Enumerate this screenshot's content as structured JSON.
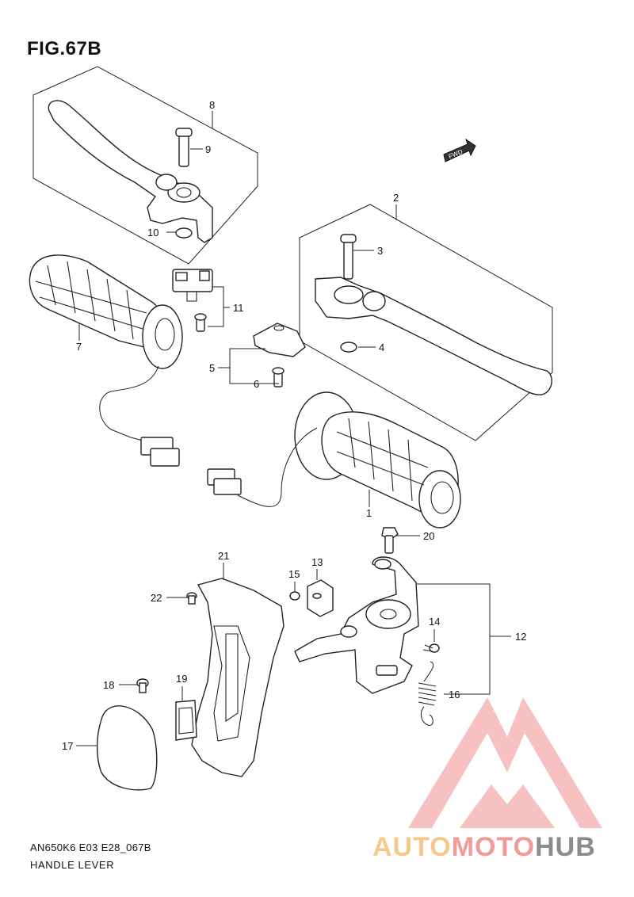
{
  "figure": {
    "title": "FIG.67B",
    "footer_code": "AN650K6 E03 E28_067B",
    "footer_name": "HANDLE LEVER"
  },
  "fwd_label": "FWD",
  "callouts": [
    "1",
    "2",
    "3",
    "4",
    "5",
    "6",
    "7",
    "8",
    "9",
    "10",
    "11",
    "12",
    "13",
    "14",
    "15",
    "16",
    "17",
    "18",
    "19",
    "20",
    "21",
    "22"
  ],
  "watermark": {
    "part1": "AUTO",
    "part2": "MOTO",
    "part3": "HUB",
    "colors": {
      "auto": "#f6c98a",
      "moto": "#f19a9a",
      "hub": "#8c8c8c",
      "logo": "#f4a3a3"
    }
  }
}
